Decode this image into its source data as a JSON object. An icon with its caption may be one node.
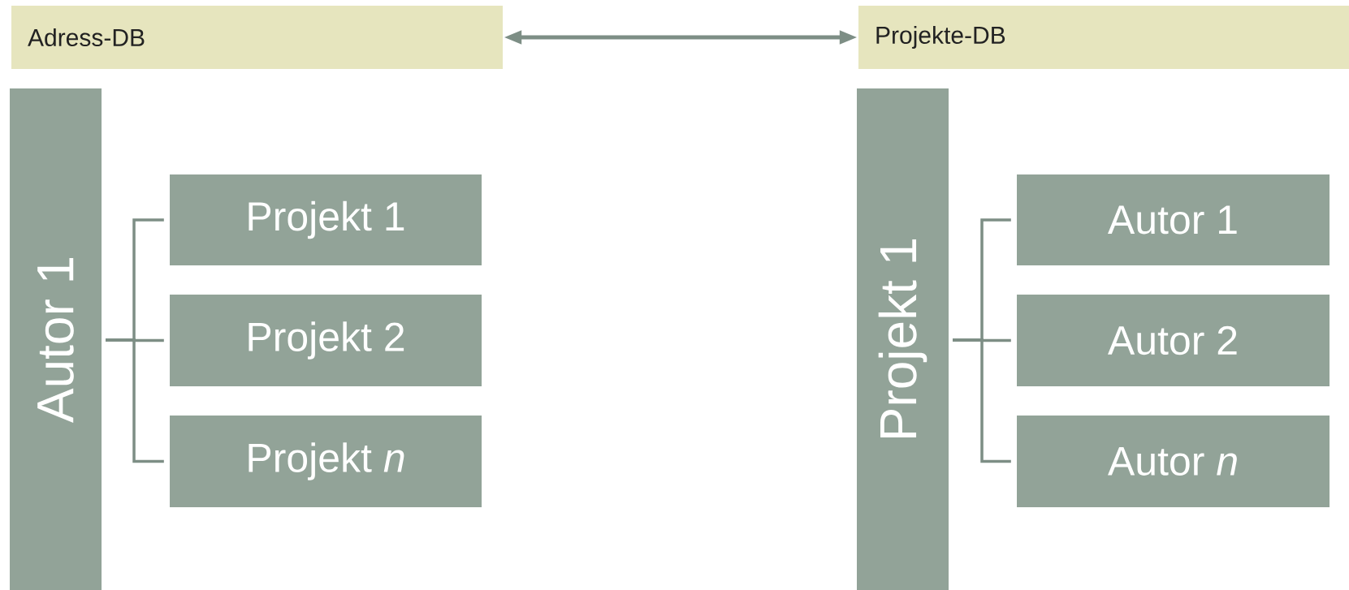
{
  "diagram": {
    "nodes": [
      {
        "text": [
          "Adress-DB"
        ]
      },
      {
        "text": [
          "Autor 1"
        ]
      },
      {
        "text": [
          "Projekt 1"
        ]
      },
      {
        "text": [
          "Projekt 2"
        ]
      },
      {
        "text": [
          "Projekt *n*"
        ]
      },
      {
        "text": [
          "Projekte-DB"
        ]
      },
      {
        "text": [
          "Projekt 1"
        ]
      },
      {
        "text": [
          "Autor 1"
        ]
      },
      {
        "text": [
          "Autor 2"
        ]
      },
      {
        "text": [
          "Autor *n*"
        ]
      }
    ],
    "edges": [
      {
        "from": 0,
        "to": 5,
        "arrow": "both"
      },
      {
        "from": 1,
        "to": 2,
        "arrow": "none"
      },
      {
        "from": 1,
        "to": 3,
        "arrow": "none"
      },
      {
        "from": 1,
        "to": 4,
        "arrow": "none"
      },
      {
        "from": 6,
        "to": 7,
        "arrow": "none"
      },
      {
        "from": 6,
        "to": 8,
        "arrow": "none"
      },
      {
        "from": 6,
        "to": 9,
        "arrow": "none"
      }
    ]
  }
}
